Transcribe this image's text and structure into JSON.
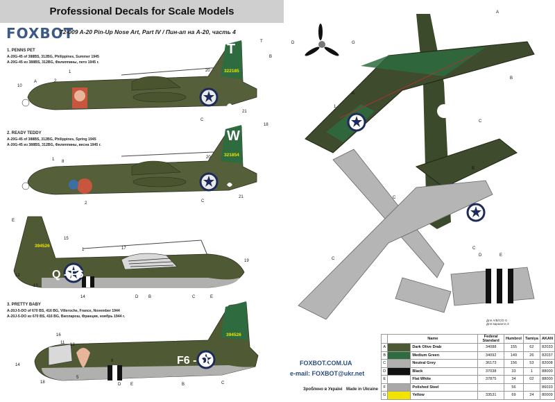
{
  "header": {
    "title": "Professional Decals for Scale Models"
  },
  "brand": "FOXBOT",
  "subtitle": "72-009   A-20 Pin-Up Nose Art, Part IV / Пин-ап на А-20, часть 4",
  "variants": [
    {
      "title": "1. PENNS PET",
      "line1": "A-20G-45 of 388BS, 312BG, Philippines, Summer 1945",
      "line2": "A-20G-45 из 388BS, 312BG, Филиппины, лето 1945 г.",
      "tail_code": "T",
      "serial": "322185"
    },
    {
      "title": "2. READY TEDDY",
      "line1": "A-20G-45 of 388BS, 312BG, Philippines, Spring 1945",
      "line2": "A-20G-45 из 388BS, 312BG, Филиппины, весна 1945 г.",
      "tail_code": "W",
      "serial": "321854"
    },
    {
      "title": "",
      "line1": "",
      "line2": "",
      "tail_code": "",
      "serial": "394526",
      "side_code": "Q - F6"
    },
    {
      "title": "3. PRETTY BABY",
      "line1": "A-20J-5-DO of 670 BS, 416 BG, Villeroche, France, November 1944",
      "line2": "A-20J-5-DO из 670 BS, 416 BG, Вилларош, Франция, ноябрь 1944 г.",
      "serial": "394526",
      "side_code": "F6 - Q"
    }
  ],
  "callouts": {
    "v1": [
      "1",
      "T",
      "B",
      "20",
      "A",
      "10",
      "2",
      "21",
      "C"
    ],
    "v2": [
      "1",
      "18",
      "20",
      "8",
      "21",
      "2",
      "C"
    ],
    "v3": [
      "E",
      "15",
      "1",
      "17",
      "19",
      "12",
      "13",
      "14",
      "D",
      "B",
      "C",
      "E"
    ],
    "v4": [
      "16",
      "11",
      "12",
      "14",
      "18",
      "D",
      "E",
      "B",
      "C",
      "5",
      "8"
    ],
    "top": [
      "A",
      "B",
      "1",
      "C",
      "A",
      "B",
      "D",
      "G"
    ],
    "bottom": [
      "C",
      "C",
      "C",
      "E",
      "D"
    ]
  },
  "option_note": [
    "Для А/В/С/D G",
    "Для варианта 3"
  ],
  "palette": {
    "headers": [
      "",
      "Name",
      "Federal Standard",
      "Humbrol",
      "Tamiya",
      "AKAN"
    ],
    "rows": [
      {
        "id": "A",
        "swatch": "#4b5a32",
        "name": "Dark Olive Drab",
        "fs": "34088",
        "humbrol": "155",
        "tamiya": "62",
        "akan": "82033"
      },
      {
        "id": "B",
        "swatch": "#2e6b3e",
        "name": "Medium Green",
        "fs": "34092",
        "humbrol": "149",
        "tamiya": "26",
        "akan": "82037"
      },
      {
        "id": "C",
        "swatch": "#b0b0ae",
        "name": "Neutral Grey",
        "fs": "36173",
        "humbrol": "156",
        "tamiya": "53",
        "akan": "82008"
      },
      {
        "id": "D",
        "swatch": "#111111",
        "name": "Black",
        "fs": "37038",
        "humbrol": "33",
        "tamiya": "1",
        "akan": "88000"
      },
      {
        "id": "E",
        "swatch": "#ffffff",
        "name": "Flat White",
        "fs": "37875",
        "humbrol": "34",
        "tamiya": "02",
        "akan": "88000"
      },
      {
        "id": "F",
        "swatch": "#a8a8a8",
        "name": "Polished Steel",
        "fs": "",
        "humbrol": "56",
        "tamiya": "",
        "akan": "86033"
      },
      {
        "id": "G",
        "swatch": "#f2e400",
        "name": "Yellow",
        "fs": "33531",
        "humbrol": "69",
        "tamiya": "24",
        "akan": "80009"
      }
    ]
  },
  "footer": {
    "url": "FOXBOT.COM.UA",
    "email": "e-mail: FOXBOT@ukr.net",
    "made_ua": "Зроблено в Україні",
    "made_en": "Made in Ukraine"
  }
}
